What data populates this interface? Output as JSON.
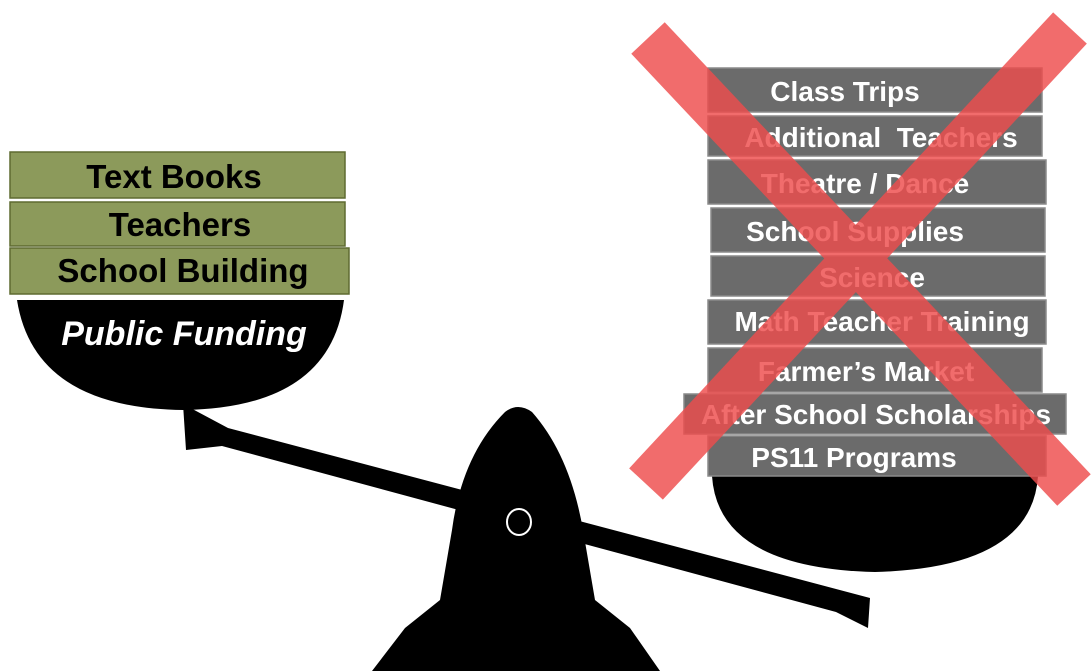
{
  "colors": {
    "green_box": "#8c9a5b",
    "green_border": "#5e6b31",
    "gray_box": "#6b6b6b",
    "gray_border": "#8a8a8a",
    "scale": "#000000",
    "cross": "#ee4d4d"
  },
  "left_pan": {
    "label": "Public Funding",
    "items": [
      "Text Books",
      "Teachers",
      "School Building"
    ]
  },
  "right_pan": {
    "items": [
      "Class Trips",
      "Additional  Teachers",
      "Theatre / Dance",
      "School Supplies",
      "Science",
      "Math Teacher Training",
      "Farmer’s Market",
      "After School Scholarships",
      "PS11 Programs"
    ],
    "crossed_out": true
  }
}
